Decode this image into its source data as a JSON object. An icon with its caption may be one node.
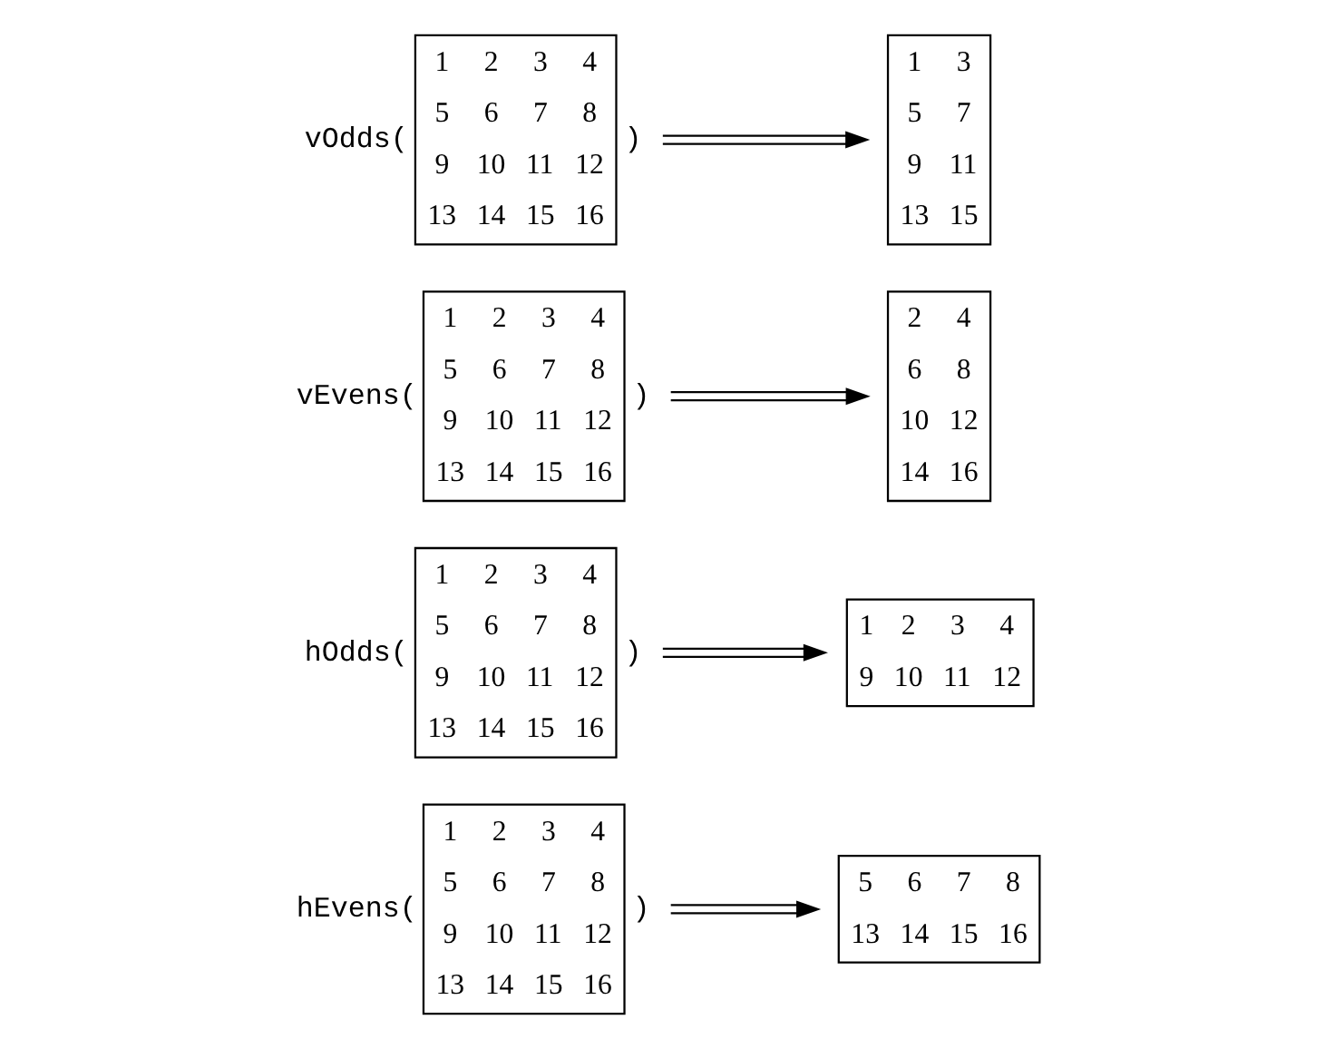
{
  "diagram": {
    "nodes": [
      {
        "text": [
          "1 2 3 4",
          "5 6 7 8",
          "9 10 11 12",
          "13 14 15 16"
        ],
        "beside": [
          "hEvens(",
          ")"
        ]
      },
      {
        "text": [
          "5 6 7 8",
          "13 14 15 16"
        ]
      },
      {
        "text": [
          "1 2 3 4",
          "5 6 7 8",
          "9 10 11 12",
          "13 14 15 16"
        ],
        "beside": [
          "hOdds(",
          ")"
        ]
      },
      {
        "text": [
          "1 2 3 4",
          "9 10 11 12"
        ]
      },
      {
        "text": [
          "1 2 3 4",
          "5 6 7 8",
          "9 10 11 12",
          "13 14 15 16"
        ],
        "beside": [
          "vEvens(",
          ")"
        ]
      },
      {
        "text": [
          "2 4",
          "6 8",
          "10 12",
          "14 16"
        ]
      },
      {
        "text": [
          "1 2 3 4",
          "5 6 7 8",
          "9 10 11 12",
          "13 14 15 16"
        ],
        "beside": [
          "vOdds(",
          ")"
        ]
      },
      {
        "text": [
          "1 3",
          "5 7",
          "9 11",
          "13 15"
        ]
      }
    ],
    "edges": [
      {
        "from": 0,
        "to": 1,
        "arrow": "to"
      },
      {
        "from": 2,
        "to": 3,
        "arrow": "to"
      },
      {
        "from": 4,
        "to": 5,
        "arrow": "to"
      },
      {
        "from": 6,
        "to": 7,
        "arrow": "to"
      }
    ]
  }
}
